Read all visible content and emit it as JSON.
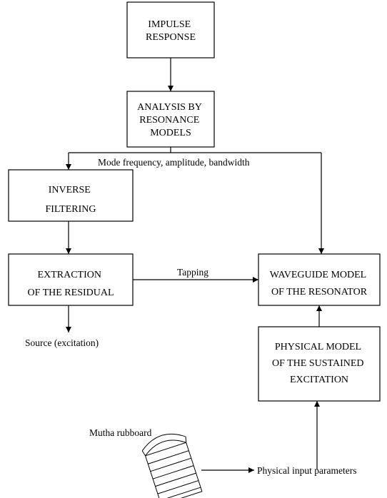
{
  "boxes": {
    "impulse_response": [
      "IMPULSE",
      "RESPONSE"
    ],
    "analysis": [
      "ANALYSIS BY",
      "RESONANCE",
      "MODELS"
    ],
    "inverse_filtering": [
      "INVERSE",
      "FILTERING"
    ],
    "extraction": [
      "EXTRACTION",
      "OF THE RESIDUAL"
    ],
    "waveguide": [
      "WAVEGUIDE MODEL",
      "OF THE RESONATOR"
    ],
    "physical_model": [
      "PHYSICAL MODEL",
      "OF THE SUSTAINED",
      "EXCITATION"
    ]
  },
  "labels": {
    "mode_params": "Mode frequency, amplitude, bandwidth",
    "tapping": "Tapping",
    "source": "Source (excitation)",
    "rubboard": "Mutha rubboard",
    "input_params": "Physical input parameters"
  }
}
